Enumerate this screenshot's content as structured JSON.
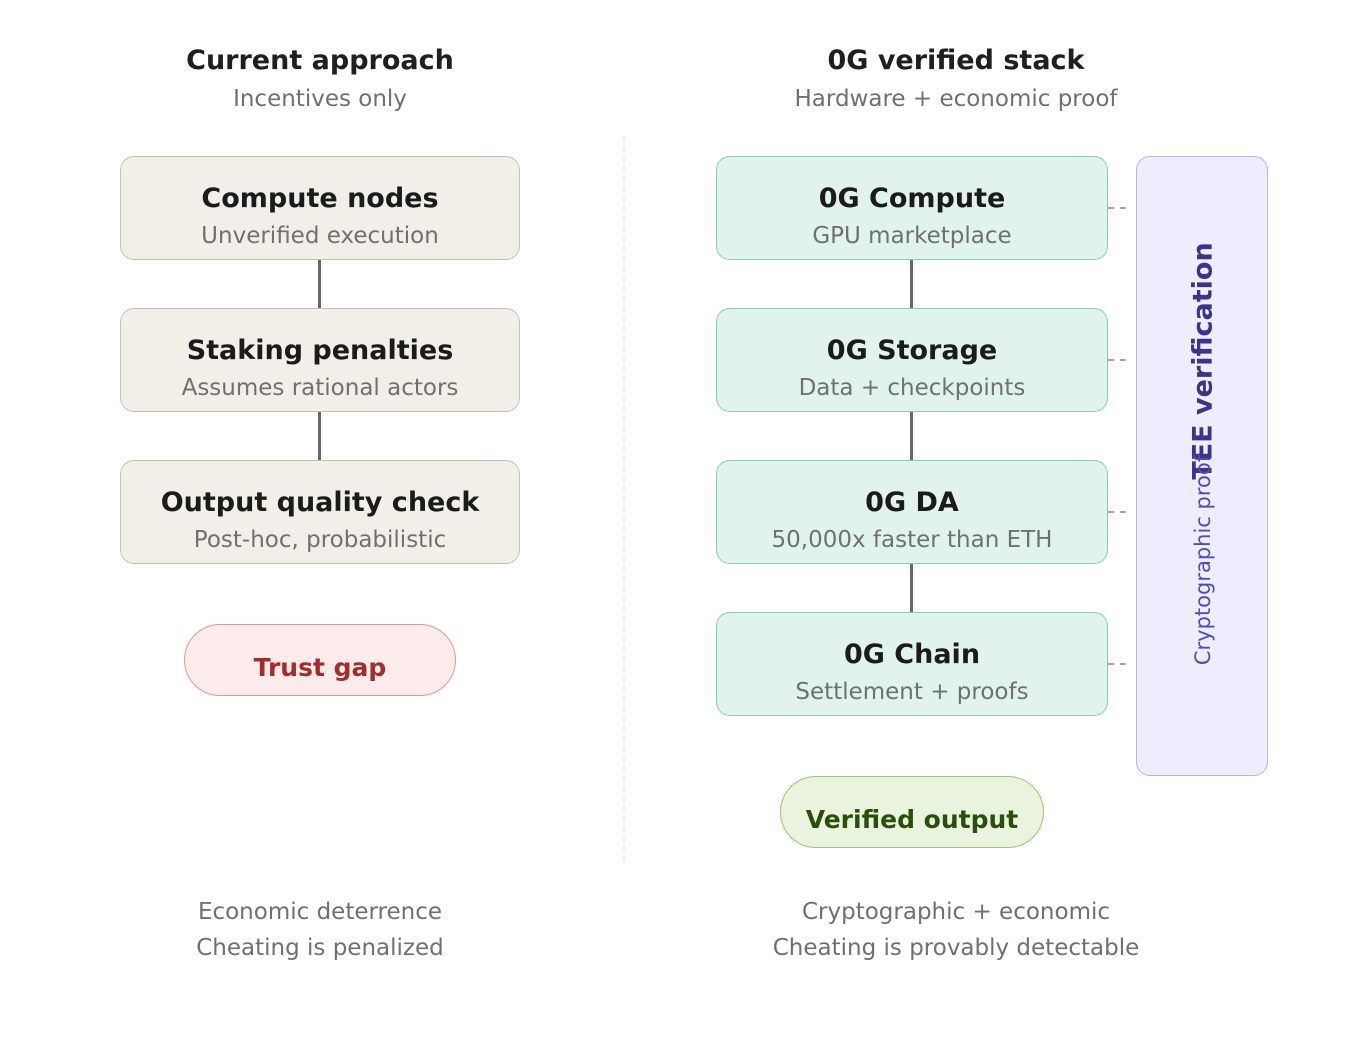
{
  "left": {
    "title": "Current approach",
    "subtitle": "Incentives only",
    "boxes": [
      {
        "title": "Compute nodes",
        "subtitle": "Unverified execution"
      },
      {
        "title": "Staking penalties",
        "subtitle": "Assumes rational actors"
      },
      {
        "title": "Output quality check",
        "subtitle": "Post-hoc, probabilistic"
      }
    ],
    "result": "Trust gap",
    "footer": [
      "Economic deterrence",
      "Cheating is penalized"
    ]
  },
  "right": {
    "title": "0G verified stack",
    "subtitle": "Hardware + economic proof",
    "boxes": [
      {
        "title": "0G Compute",
        "subtitle": "GPU marketplace"
      },
      {
        "title": "0G Storage",
        "subtitle": "Data + checkpoints"
      },
      {
        "title": "0G DA",
        "subtitle": "50,000x faster than ETH"
      },
      {
        "title": "0G Chain",
        "subtitle": "Settlement + proofs"
      }
    ],
    "result": "Verified output",
    "side_panel": {
      "title": "TEE verification",
      "subtitle": "Cryptographic proof"
    },
    "footer": [
      "Cryptographic + economic",
      "Cheating is provably detectable"
    ]
  },
  "colors": {
    "left_box_fill": "#f1efe8",
    "right_box_fill": "#e1f4ec",
    "trust_gap_fill": "#fcebeb",
    "trust_gap_text": "#a32d2d",
    "verified_fill": "#eaf3de",
    "verified_text": "#27500a",
    "tee_fill": "#eeedfe",
    "tee_text": "#3c3489"
  }
}
